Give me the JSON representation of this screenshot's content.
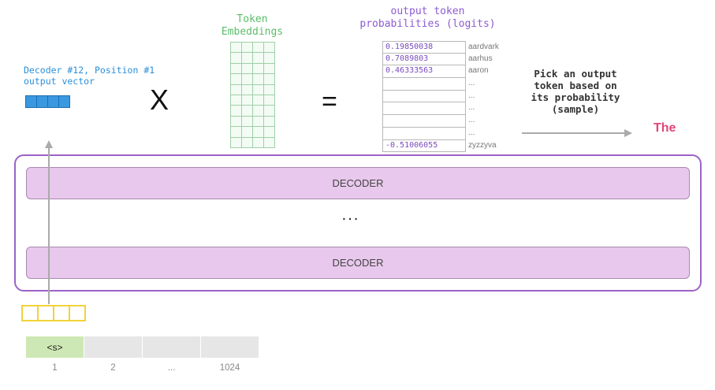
{
  "decoder_output": {
    "label_line1": "Decoder #12, Position #1",
    "label_line2": "output vector",
    "color": "#3a98e0"
  },
  "operator_times": "X",
  "operator_equals": "=",
  "token_embeddings": {
    "title_line1": "Token",
    "title_line2": "Embeddings",
    "color": "#5bbd6a"
  },
  "logits": {
    "title_line1": "output token",
    "title_line2": "probabilities (logits)",
    "rows": [
      {
        "value": "0.19850038",
        "word": "aardvark"
      },
      {
        "value": "0.7089803",
        "word": "aarhus"
      },
      {
        "value": "0.46333563",
        "word": "aaron"
      },
      {
        "value": "",
        "word": "..."
      },
      {
        "value": "",
        "word": "..."
      },
      {
        "value": "",
        "word": "..."
      },
      {
        "value": "",
        "word": "..."
      },
      {
        "value": "",
        "word": "..."
      },
      {
        "value": "-0.51006055",
        "word": "zyzzyva"
      }
    ]
  },
  "pick": {
    "line1": "Pick an output",
    "line2": "token based on",
    "line3": "its probability",
    "line4": "(sample)"
  },
  "result_token": "The",
  "decoders": {
    "top_label": "DECODER",
    "ellipsis": "...",
    "bottom_label": "DECODER",
    "border_color": "#9b62c9",
    "fill_color": "#e8c8ec"
  },
  "input_tokens": {
    "tokens": [
      "<s>",
      "",
      "",
      ""
    ],
    "positions": [
      "1",
      "2",
      "...",
      "1024"
    ]
  }
}
